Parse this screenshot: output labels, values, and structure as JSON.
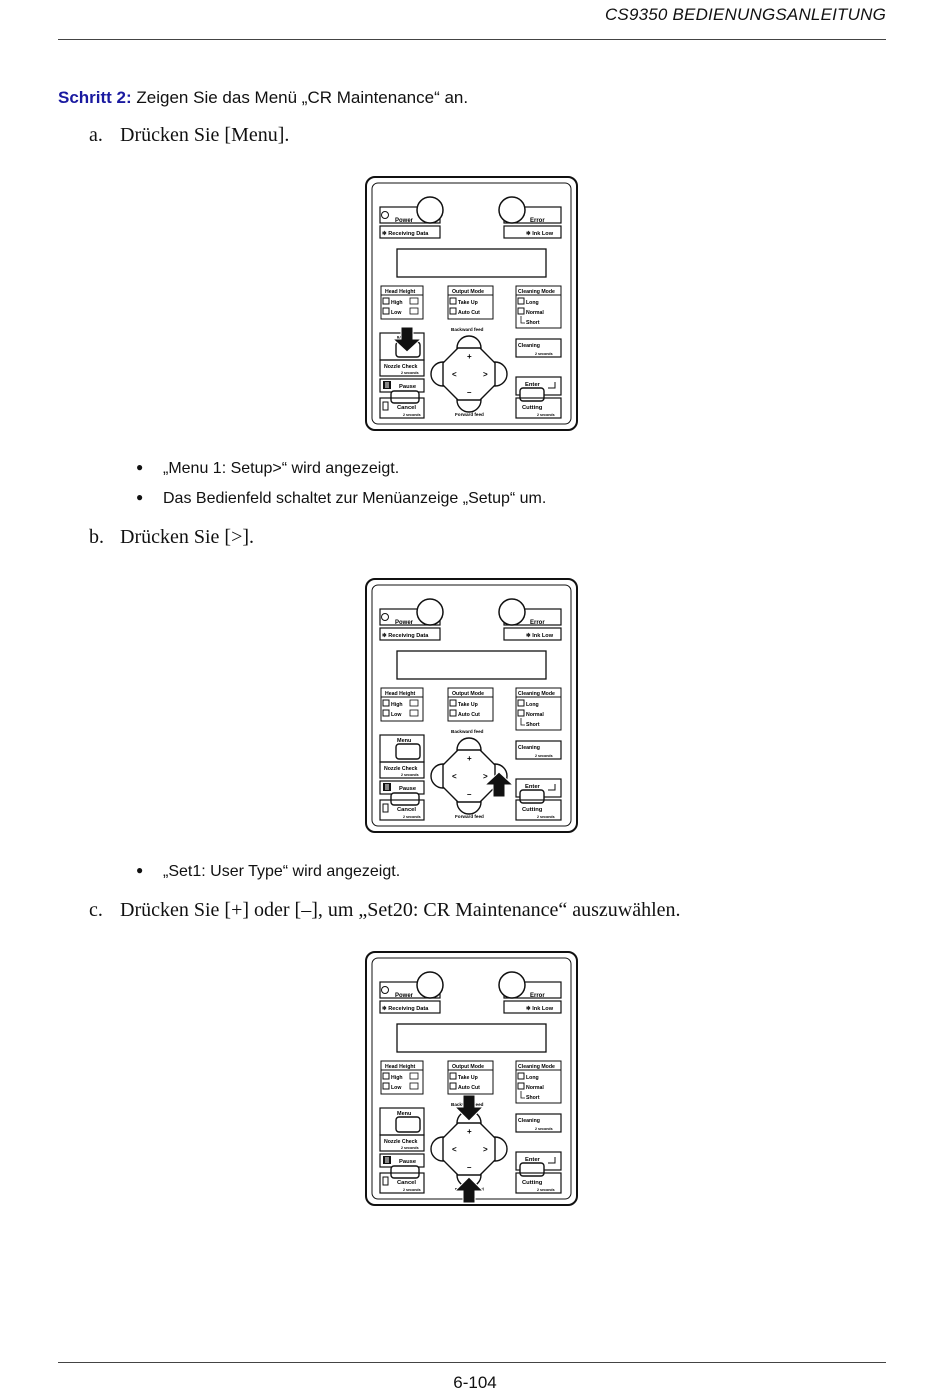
{
  "header": {
    "title": "CS9350 BEDIENUNGSANLEITUNG"
  },
  "step": {
    "label": "Schritt 2:",
    "text": " Zeigen Sie das Menü „CR Maintenance“ an."
  },
  "substeps": [
    {
      "letter": "a.",
      "text": "Drücken Sie [Menu]."
    },
    {
      "letter": "b.",
      "text": "Drücken Sie [>]."
    },
    {
      "letter": "c.",
      "text": "Drücken Sie [+] oder [–], um „Set20: CR Maintenance“ auszuwählen."
    }
  ],
  "bullets_a": [
    "„Menu 1: Setup>“ wird angezeigt.",
    "Das Bedienfeld schaltet zur Menüanzeige „Setup“ um."
  ],
  "bullets_b": [
    "„Set1: User Type“ wird angezeigt."
  ],
  "panel": {
    "power": "Power",
    "error": "Error",
    "receiving": "✻ Receiving Data",
    "ink_low": "✻ Ink Low",
    "head_height": "Head Height",
    "high": "High",
    "low": "Low",
    "output_mode": "Output Mode",
    "take_up": "Take Up",
    "auto_cut": "Auto Cut",
    "cleaning_mode": "Cleaning Mode",
    "long": "Long",
    "normal": "Normal",
    "short": "Short",
    "menu": "Menu",
    "backward_feed": "Backward feed",
    "forward_feed": "Forward feed",
    "cleaning": "Cleaning",
    "nozzle_check": "Nozzle Check",
    "pause": "Pause",
    "cancel": "Cancel",
    "enter": "Enter",
    "cutting": "Cutting",
    "seconds": "2 seconds",
    "plus": "+",
    "minus": "–",
    "left": "<",
    "right": ">"
  },
  "footer": {
    "page": "6-104"
  }
}
